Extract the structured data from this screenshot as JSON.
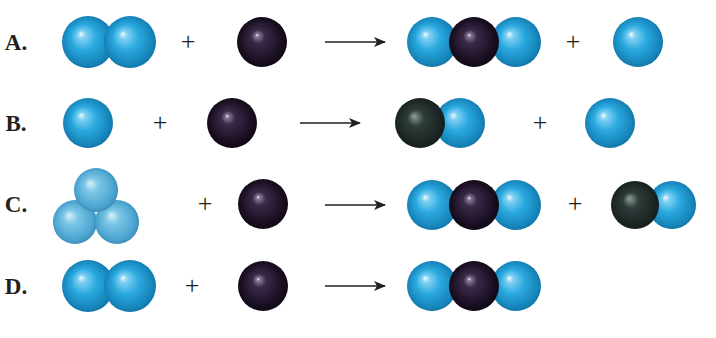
{
  "diagram": {
    "labels": [
      "A.",
      "+",
      "+",
      "B.",
      "+",
      "+",
      "C.",
      "+",
      "+",
      "D.",
      "+"
    ]
  }
}
